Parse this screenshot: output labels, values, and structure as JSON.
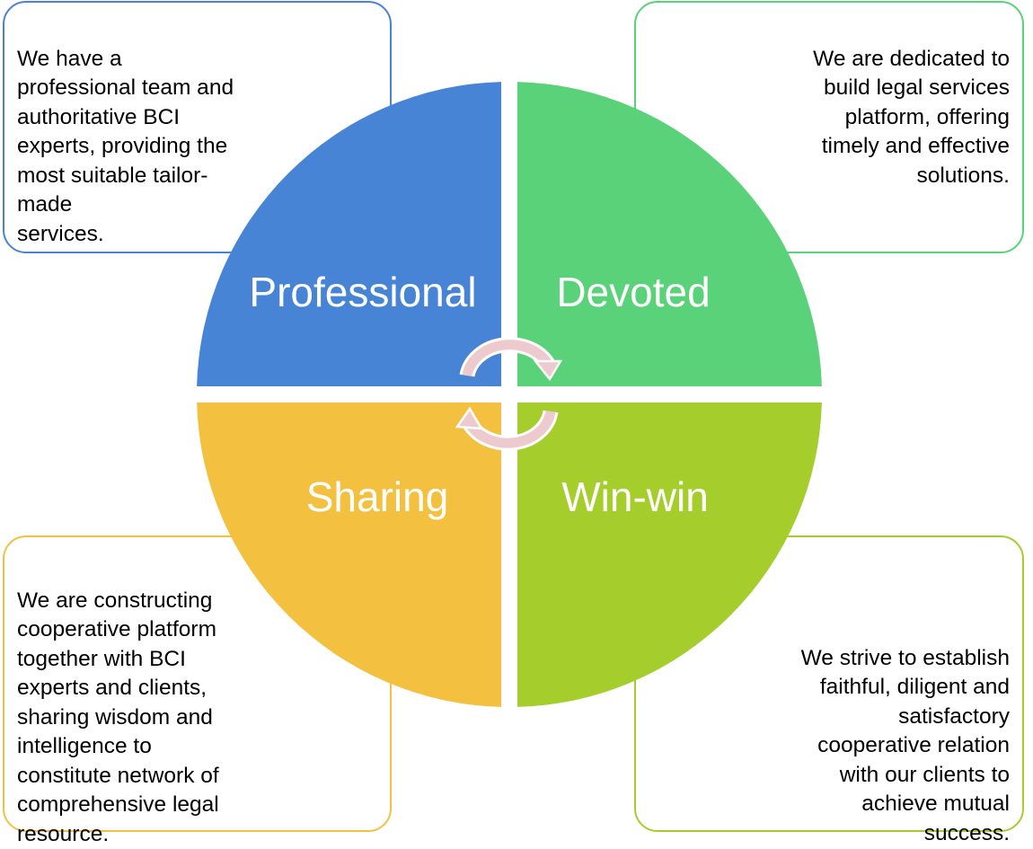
{
  "colors": {
    "professional": "#4784D5",
    "devoted": "#5AD27A",
    "sharing": "#F4C040",
    "win_win": "#A5CE2C",
    "cycle_arrow": "#EDCACD",
    "cycle_arrow_outline": "#FFFFFF"
  },
  "quadrants": {
    "professional": {
      "label": "Professional"
    },
    "devoted": {
      "label": "Devoted"
    },
    "sharing": {
      "label": "Sharing"
    },
    "win_win": {
      "label": "Win-win"
    }
  },
  "descriptions": {
    "professional": "We have a\nprofessional team and\nauthoritative BCI\nexperts, providing the\nmost suitable tailor-\nmade\nservices.",
    "devoted": "We are dedicated to\nbuild legal services\nplatform, offering\ntimely and effective\nsolutions.",
    "sharing": "We are constructing\ncooperative platform\ntogether with BCI\nexperts and clients,\nsharing wisdom and\nintelligence to\nconstitute network of\ncomprehensive legal\nresource.",
    "win_win": "We strive to establish\nfaithful, diligent and\nsatisfactory\ncooperative relation\nwith our clients to\nachieve mutual\nsuccess."
  },
  "icons": {
    "cycle_top": "circular-arrow-clockwise",
    "cycle_bottom": "circular-arrow-clockwise"
  }
}
